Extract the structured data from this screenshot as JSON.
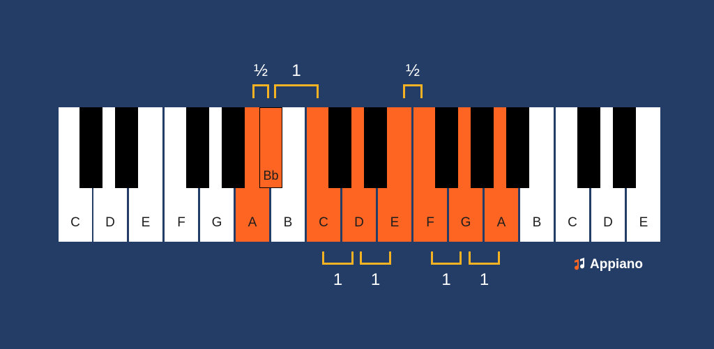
{
  "colors": {
    "background": "#243d66",
    "highlight": "#fe6522",
    "bracket": "#f5b324",
    "white_key": "#ffffff",
    "black_key": "#000000"
  },
  "white_keys": [
    {
      "label": "C",
      "highlighted": false
    },
    {
      "label": "D",
      "highlighted": false
    },
    {
      "label": "E",
      "highlighted": false
    },
    {
      "label": "F",
      "highlighted": false
    },
    {
      "label": "G",
      "highlighted": false
    },
    {
      "label": "A",
      "highlighted": true
    },
    {
      "label": "B",
      "highlighted": false
    },
    {
      "label": "C",
      "highlighted": true
    },
    {
      "label": "D",
      "highlighted": true
    },
    {
      "label": "E",
      "highlighted": true
    },
    {
      "label": "F",
      "highlighted": true
    },
    {
      "label": "G",
      "highlighted": true
    },
    {
      "label": "A",
      "highlighted": true
    },
    {
      "label": "B",
      "highlighted": false
    },
    {
      "label": "C",
      "highlighted": false
    },
    {
      "label": "D",
      "highlighted": false
    },
    {
      "label": "E",
      "highlighted": false
    }
  ],
  "black_keys": [
    {
      "label": "",
      "highlighted": false
    },
    {
      "label": "",
      "highlighted": false
    },
    {
      "label": "",
      "highlighted": false
    },
    {
      "label": "",
      "highlighted": false
    },
    {
      "label": "Bb",
      "highlighted": true
    },
    {
      "label": "",
      "highlighted": false
    },
    {
      "label": "",
      "highlighted": false
    },
    {
      "label": "",
      "highlighted": false
    },
    {
      "label": "",
      "highlighted": false
    },
    {
      "label": "",
      "highlighted": false
    },
    {
      "label": "",
      "highlighted": false
    },
    {
      "label": "",
      "highlighted": false
    }
  ],
  "steps_top": [
    {
      "label": "½"
    },
    {
      "label": "1"
    },
    {
      "label": "½"
    }
  ],
  "steps_bottom": [
    {
      "label": "1"
    },
    {
      "label": "1"
    },
    {
      "label": "1"
    },
    {
      "label": "1"
    }
  ],
  "logo": {
    "text": "Appiano",
    "icon": "music-note-logo-icon"
  }
}
